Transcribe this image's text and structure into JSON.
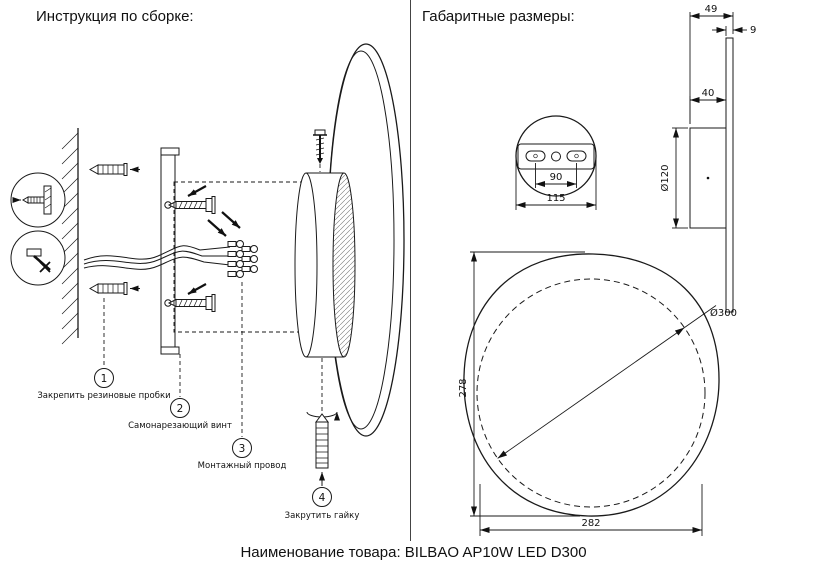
{
  "page": {
    "footer": "Наименование товара: BILBAO AP10W LED D300"
  },
  "assembly": {
    "title": "Инструкция по сборке:",
    "steps": [
      {
        "num": "1",
        "label": "Закрепить резиновые пробки"
      },
      {
        "num": "2",
        "label": "Самонарезающий винт"
      },
      {
        "num": "3",
        "label": "Монтажный провод"
      },
      {
        "num": "4",
        "label": "Закрутить гайку"
      }
    ]
  },
  "dimensions": {
    "title": "Габаритные размеры:",
    "top_view": {
      "slot_span": "90",
      "base_width": "115"
    },
    "side_view": {
      "total_depth": "49",
      "panel_thickness": "9",
      "box_depth": "40",
      "box_diameter": "Ø120"
    },
    "front_view": {
      "diameter": "Ø300",
      "height": "278",
      "width": "282"
    }
  }
}
